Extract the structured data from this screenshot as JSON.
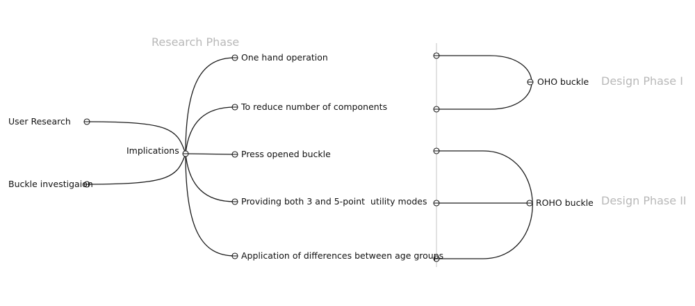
{
  "phases": {
    "research": "Research Phase",
    "design1": "Design Phase I",
    "design2": "Design Phase II"
  },
  "inputs": {
    "user_research": "User Research",
    "buckle_investigation": "Buckle investigaion"
  },
  "hub": "Implications",
  "implications": [
    "One hand operation",
    "To reduce number of components",
    "Press opened buckle",
    "Providing both 3 and 5-point  utility modes",
    "Application of differences between age groups"
  ],
  "outcomes": {
    "oho": "OHO buckle",
    "roho": "ROHO buckle"
  }
}
